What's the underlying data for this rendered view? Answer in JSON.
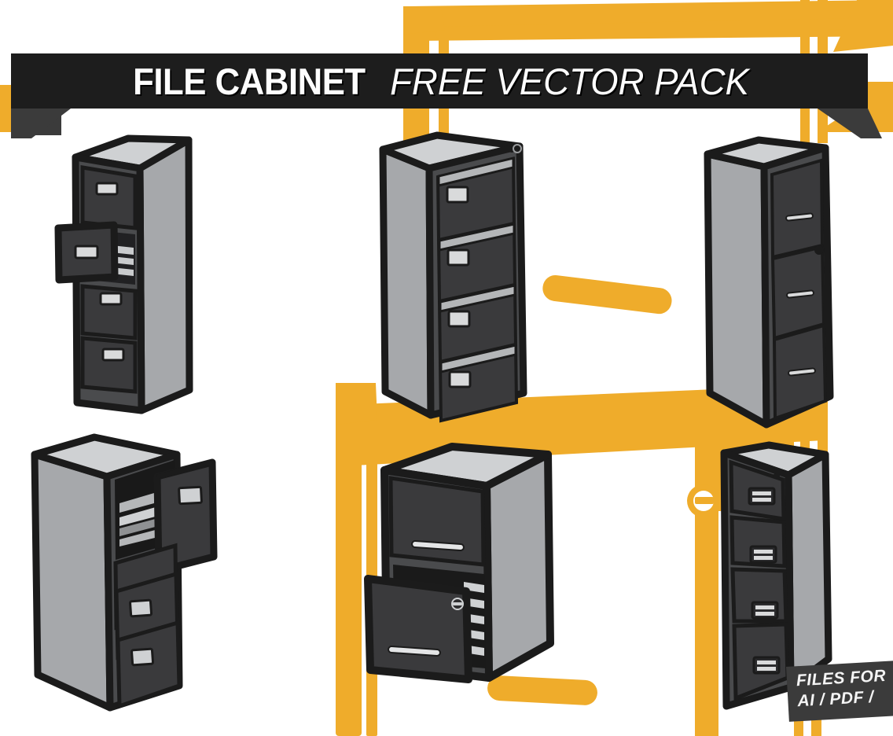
{
  "poster": {
    "background_color": "#ffffff",
    "accent_orange": "#efac2b",
    "banner_color": "#1d1d1d",
    "fold_color": "#3b3b3b",
    "cabinet_body_dark": "#3a3a3c",
    "cabinet_side_gray": "#a6a8ab",
    "cabinet_outline": "#1b1b1b",
    "handle_silver": "#d9dadb"
  },
  "banner": {
    "title_bold": "FILE CABINET",
    "title_italic": "FREE VECTOR PACK"
  },
  "files_tag": {
    "line1": "FILES FOR",
    "line2": "AI / PDF /"
  },
  "cabinets": [
    {
      "id": "cabinet-top-left",
      "drawer_count": 4,
      "view": "three-quarter-right",
      "open_drawer_index": 2,
      "handle_style": "label-plate",
      "has_lock": true,
      "side_panel": "right"
    },
    {
      "id": "cabinet-top-center",
      "drawer_count": 4,
      "view": "three-quarter-left",
      "open_drawer_index": 0,
      "handle_style": "bar-and-label-plate",
      "has_lock": true,
      "side_panel": "left"
    },
    {
      "id": "cabinet-top-right",
      "drawer_count": 3,
      "view": "three-quarter-left",
      "open_drawer_index": 0,
      "handle_style": "pill-bar",
      "has_lock": true,
      "side_panel": "left"
    },
    {
      "id": "cabinet-bottom-left",
      "drawer_count": 4,
      "view": "three-quarter-left",
      "open_drawer_index": 1,
      "handle_style": "label-plate",
      "has_lock": false,
      "side_panel": "left"
    },
    {
      "id": "cabinet-bottom-center",
      "drawer_count": 2,
      "view": "three-quarter-right",
      "open_drawer_index": 2,
      "handle_style": "pill-bar",
      "has_lock": true,
      "side_panel": "right"
    },
    {
      "id": "cabinet-bottom-right",
      "drawer_count": 4,
      "view": "three-quarter-right",
      "open_drawer_index": 0,
      "handle_style": "slotted-plate",
      "has_lock": true,
      "side_panel": "right"
    }
  ],
  "decorations": {
    "keyhole_icon": "keyhole-icon",
    "orange_pill_upper": "orange-pill-bar",
    "orange_pill_lower": "orange-pill-bar",
    "orange_frame": "orange-rounded-frame"
  }
}
